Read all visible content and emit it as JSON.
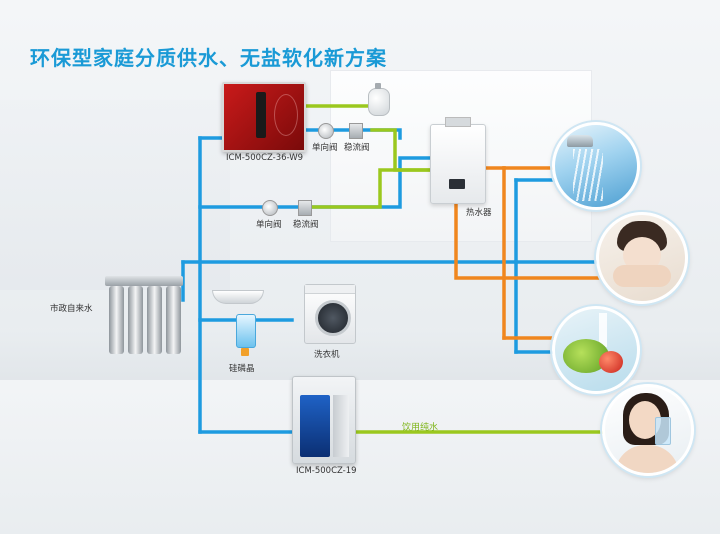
{
  "title": "环保型家庭分质供水、无盐软化新方案",
  "labels": {
    "ro_purifier_top": "ICM-500CZ-36-W9",
    "check_valve_1": "单向阀",
    "flow_valve_1": "稳流阀",
    "check_valve_2": "单向阀",
    "flow_valve_2": "稳流阀",
    "water_heater": "热水器",
    "municipal_water": "市政自来水",
    "washing_machine": "洗衣机",
    "silicon_phosphate": "硅磷晶",
    "drinking_water": "饮用纯水",
    "ro_purifier_bottom": "ICM-500CZ-19"
  },
  "colors": {
    "pipe_blue": "#1e9be0",
    "pipe_orange": "#f0861e",
    "pipe_green": "#9bc81e",
    "title_blue": "#1a9ad6"
  },
  "icons": {
    "shower": "shower-photo",
    "face_wash": "face-wash-photo",
    "vegetables": "vegetables-photo",
    "drinking": "drinking-woman-photo"
  }
}
